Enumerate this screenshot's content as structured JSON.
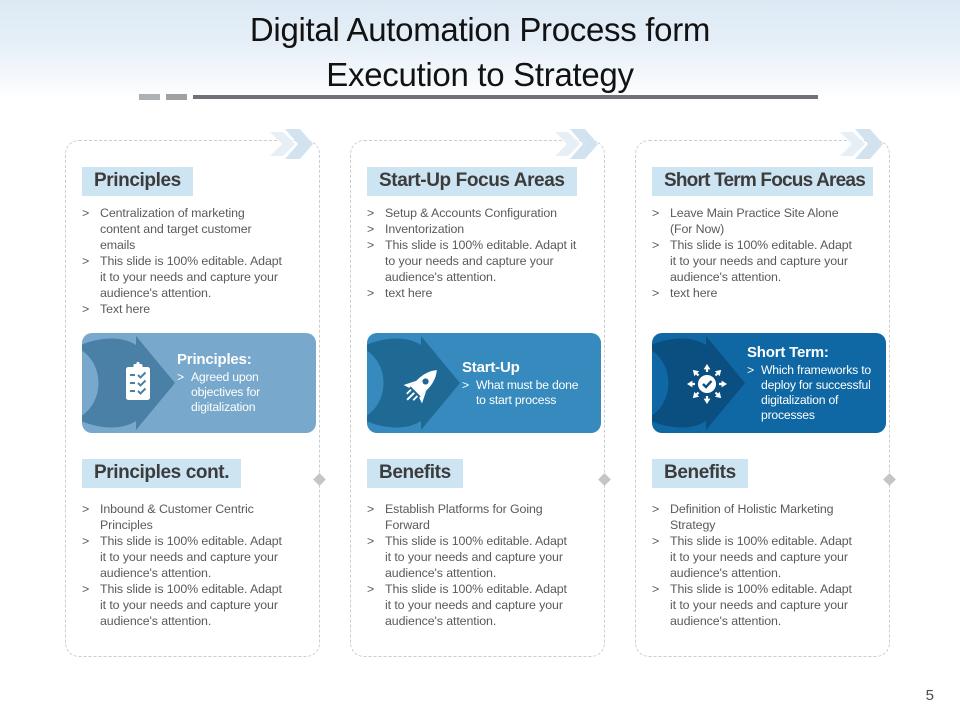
{
  "ui": {
    "bullet_char": ">"
  },
  "slide": {
    "title_line1": "Digital Automation Process form",
    "title_line2": "Execution to Strategy",
    "page_number": "5"
  },
  "colors": {
    "title_band_top": "#dce9f4",
    "header_box_bg": "#cde4f3",
    "body_text": "#5a5a5a",
    "dashed_border": "#c9cdd0",
    "underline_bar": "#6f7377",
    "chevron_light": "#e7eff6",
    "chevron_dark": "#d2e2ef"
  },
  "columns": [
    {
      "top": {
        "header": "Principles",
        "bullets": [
          "Centralization of marketing\ncontent and target customer\nemails",
          "This slide is 100% editable. Adapt\nit to your needs and capture your\naudience's attention.",
          "Text here"
        ]
      },
      "banner": {
        "icon": "clipboard-checklist-icon",
        "title": "Principles:",
        "text": "Agreed upon\nobjectives for\ndigitalization",
        "bg": "#78a8cc",
        "arrow": "#4a80a5"
      },
      "bottom": {
        "header": "Principles cont.",
        "bullets": [
          "Inbound & Customer Centric\nPrinciples",
          "This slide is 100% editable. Adapt\nit to your needs and capture your\naudience's attention.",
          "This slide is 100% editable. Adapt\nit to your needs and capture your\naudience's attention."
        ]
      }
    },
    {
      "top": {
        "header": "Start-Up Focus Areas",
        "bullets": [
          "Setup & Accounts Configuration",
          "Inventorization",
          "This slide is 100% editable. Adapt it\nto your needs and capture your\naudience's attention.",
          "text here"
        ]
      },
      "banner": {
        "icon": "rocket-icon",
        "title": "Start-Up",
        "text": "What must be done\nto start process",
        "bg": "#368abd",
        "arrow": "#1f6a95"
      },
      "bottom": {
        "header": "Benefits",
        "bullets": [
          "Establish Platforms for Going\nForward",
          "This slide is 100% editable. Adapt\nit to your needs and capture your\naudience's attention.",
          "This slide is 100% editable. Adapt\nit to your needs and capture your\naudience's attention."
        ]
      }
    },
    {
      "top": {
        "header": "Short Term Focus Areas",
        "bullets": [
          "Leave Main Practice Site Alone\n(For Now)",
          "This slide is 100% editable. Adapt\nit to your needs and capture your\naudience's attention.",
          "text here"
        ]
      },
      "banner": {
        "icon": "target-check-burst-icon",
        "title": "Short Term:",
        "text": "Which frameworks to\ndeploy for successful\ndigitalization of\nprocesses",
        "bg": "#0f67a4",
        "arrow": "#0b4e80"
      },
      "bottom": {
        "header": "Benefits",
        "bullets": [
          "Definition of Holistic Marketing\nStrategy",
          "This slide is 100% editable. Adapt\nit to your needs and capture your\naudience's attention.",
          "This slide is 100% editable. Adapt\nit to your needs and capture your\naudience's attention."
        ]
      }
    }
  ]
}
